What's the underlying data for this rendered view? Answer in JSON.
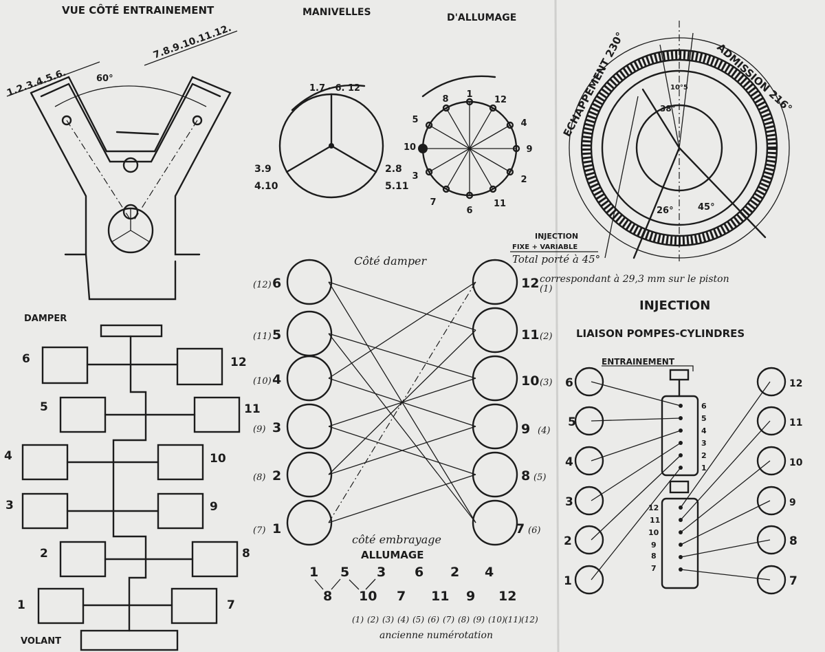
{
  "side_view": {
    "title": "VUE CÔTÉ ENTRAINEMENT",
    "left_bank": "1.2.3.4.5.6.",
    "right_bank": "7.8.9.10.11.12.",
    "angle": "60°"
  },
  "cranks": {
    "title_left": "MANIVELLES",
    "title_right": "D'ALLUMAGE",
    "top": "1.7 - 6. 12",
    "left_a": "3.9",
    "left_b": "4.10",
    "right_a": "2.8",
    "right_b": "5.11",
    "firing_circle": [
      "1",
      "12",
      "4",
      "9",
      "2",
      "11",
      "6",
      "7",
      "3",
      "10",
      "5",
      "8"
    ]
  },
  "timing": {
    "exhaust": "ECHAPPEMENT 230°",
    "intake": "ADMISSION 216°",
    "a1": "10°5",
    "a2": "38°",
    "a3": "26°",
    "a4": "45°",
    "inj_title": "INJECTION",
    "inj_sub": "FIXE + VARIABLE",
    "note1": "Total porté à 45°",
    "note2": "correspondant à 29,3 mm sur le piston"
  },
  "crankshaft": {
    "damper": "DAMPER",
    "flywheel": "VOLANT",
    "left": [
      "6",
      "5",
      "4",
      "3",
      "2",
      "1"
    ],
    "right": [
      "12",
      "11",
      "10",
      "9",
      "8",
      "7"
    ]
  },
  "connections": {
    "top_label": "Côté damper",
    "bottom_label": "côté embrayage",
    "left": [
      {
        "old": "(12)",
        "new": "6"
      },
      {
        "old": "(11)",
        "new": "5"
      },
      {
        "old": "(10)",
        "new": "4"
      },
      {
        "old": "(9)",
        "new": "3"
      },
      {
        "old": "(8)",
        "new": "2"
      },
      {
        "old": "(7)",
        "new": "1"
      }
    ],
    "right": [
      {
        "new": "12",
        "old": "(1)"
      },
      {
        "new": "11",
        "old": "(2)"
      },
      {
        "new": "10",
        "old": "(3)"
      },
      {
        "new": "9",
        "old": "(4)"
      },
      {
        "new": "8",
        "old": "(5)"
      },
      {
        "new": "7",
        "old": "(6)"
      }
    ]
  },
  "firing_order": {
    "title": "ALLUMAGE",
    "row1": [
      "1",
      "5",
      "3",
      "6",
      "2",
      "4"
    ],
    "row2": [
      "8",
      "10",
      "7",
      "11",
      "9",
      "12"
    ],
    "old": [
      "(1)",
      "(2)",
      "(3)",
      "(4)",
      "(5)",
      "(6)",
      "(7)",
      "(8)",
      "(9)",
      "(10)",
      "(11)",
      "(12)"
    ],
    "old_label": "ancienne numérotation"
  },
  "injection": {
    "title": "INJECTION",
    "subtitle": "LIAISON POMPES-CYLINDRES",
    "drive": "ENTRAINEMENT",
    "left_cyl": [
      "6",
      "5",
      "4",
      "3",
      "2",
      "1"
    ],
    "right_cyl": [
      "12",
      "11",
      "10",
      "9",
      "8",
      "7"
    ],
    "pump_upper": [
      "6",
      "5",
      "4",
      "3",
      "2",
      "1"
    ],
    "pump_lower": [
      "12",
      "11",
      "10",
      "9",
      "8",
      "7"
    ]
  }
}
